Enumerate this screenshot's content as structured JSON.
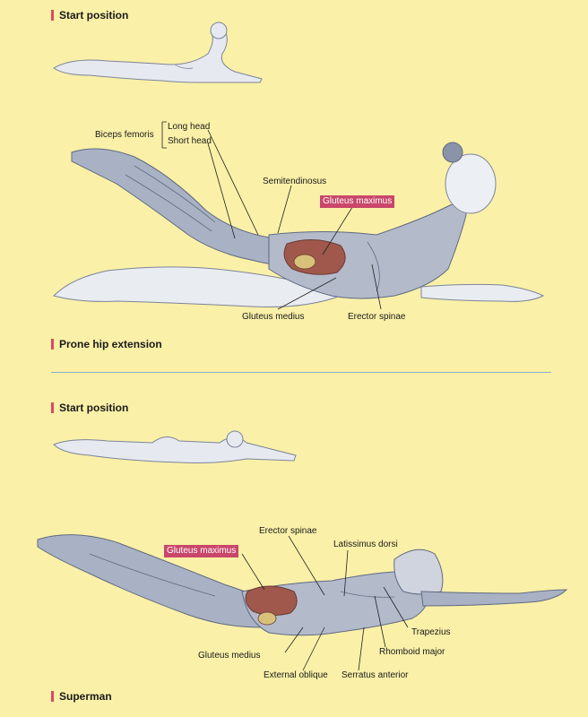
{
  "colors": {
    "background": "#faf0a8",
    "accent_bar": "#d94a5f",
    "highlight": "#c9476a",
    "divider": "#88b0cc",
    "muscle": "#a9b2c4",
    "muscle_dark": "#6f7a91",
    "skin": "#eceff3",
    "glute": "#a0584c"
  },
  "top": {
    "start_heading": "Start position",
    "exercise_heading": "Prone hip extension",
    "labels": {
      "biceps_femoris": "Biceps femoris",
      "long_head": "Long head",
      "short_head": "Short head",
      "semitendinosus": "Semitendinosus",
      "gluteus_maximus": "Gluteus maximus",
      "gluteus_medius": "Gluteus medius",
      "erector_spinae": "Erector spinae"
    }
  },
  "bottom": {
    "start_heading": "Start position",
    "exercise_heading": "Superman",
    "labels": {
      "erector_spinae": "Erector spinae",
      "latissimus_dorsi": "Latissimus dorsi",
      "gluteus_maximus": "Gluteus maximus",
      "trapezius": "Trapezius",
      "rhomboid_major": "Rhomboid major",
      "gluteus_medius": "Gluteus medius",
      "external_oblique": "External oblique",
      "serratus_anterior": "Serratus anterior"
    }
  }
}
